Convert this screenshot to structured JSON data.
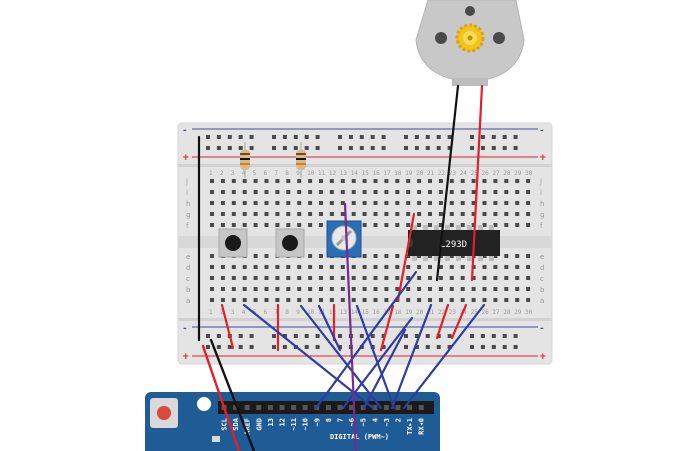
{
  "colors": {
    "breadboard": "#e4e4e4",
    "rail_red": "#d9262b",
    "rail_blue": "#3b4ea8",
    "wire_red": "#e41f26",
    "wire_blue": "#2f3d9e",
    "wire_black": "#111111",
    "wire_purple": "#7a2a8f",
    "arduino": "#1f5b95",
    "chip": "#222222",
    "pot": "#2a6fb5",
    "motor": "#c8c8c8",
    "gear": "#f3c21b"
  },
  "breadboard": {
    "rail_plus": "+",
    "rail_minus": "-",
    "row_letters_top": [
      "j",
      "i",
      "h",
      "g",
      "f"
    ],
    "row_letters_bottom": [
      "e",
      "d",
      "c",
      "b",
      "a"
    ],
    "column_numbers": [
      "1",
      "2",
      "3",
      "4",
      "5",
      "6",
      "7",
      "8",
      "9",
      "10",
      "11",
      "12",
      "13",
      "14",
      "15",
      "16",
      "17",
      "18",
      "19",
      "20",
      "21",
      "22",
      "23",
      "24",
      "25",
      "26",
      "27",
      "28",
      "29",
      "30"
    ]
  },
  "chip": {
    "label": "L293D"
  },
  "motor": {
    "icon": "dc-motor-icon"
  },
  "potentiometer": {
    "icon": "knob-icon"
  },
  "pushbuttons": {
    "count": 2
  },
  "resistors": {
    "count": 2
  },
  "arduino": {
    "header_pins": [
      "SCL",
      "SDA",
      "AREF",
      "GND",
      "13",
      "12",
      "~11",
      "~10",
      "~9",
      "8",
      "7",
      "~6",
      "~5",
      "4",
      "~3",
      "2",
      "TX▸1",
      "RX◂0"
    ],
    "digital_label": "DIGITAL (PWM~)",
    "reset_icon": "reset-button-icon"
  }
}
